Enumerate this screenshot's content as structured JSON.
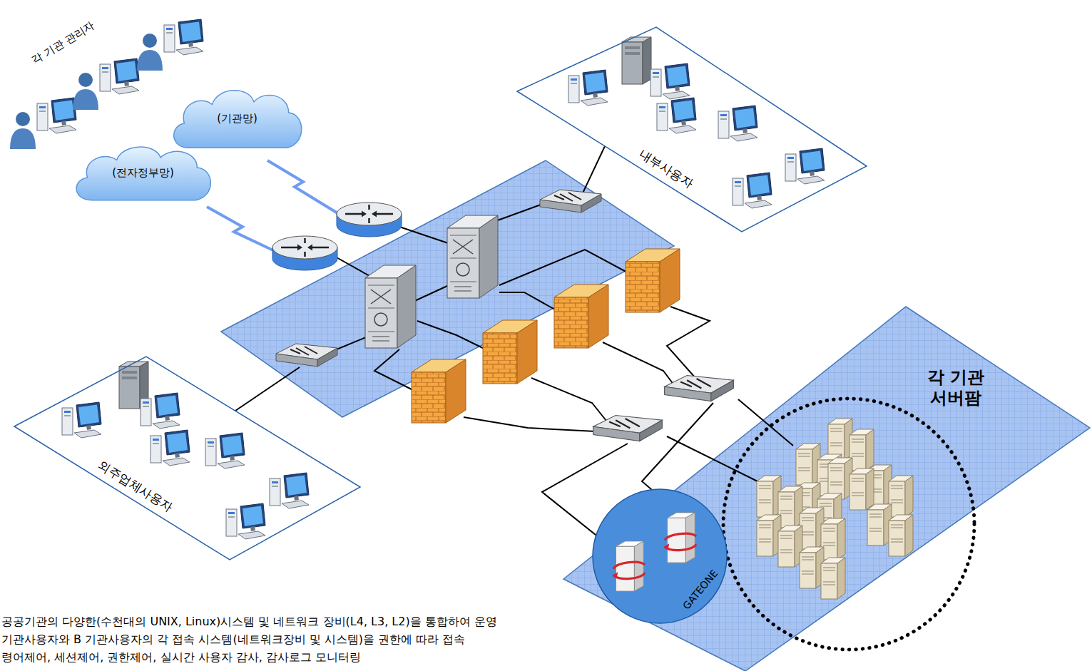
{
  "diagram": {
    "nodes": [
      {
        "text": [
          "(기관망)"
        ]
      },
      {
        "text": [
          "(전자정부망)"
        ]
      },
      {
        "text": [
          "내부사용자"
        ]
      },
      {
        "text": [
          "외주업체사용자"
        ]
      },
      {
        "text": [
          "각 기관 서버팜"
        ]
      },
      {
        "text": [
          "GATEONE"
        ]
      }
    ],
    "labels": [
      "각 기관 관리자",
      "공공기관의 다양한(수천대의 UNIX, Linux)시스템 및 네트워크 장비(L4, L3, L2)을 통합하여 운영",
      "기관사용자와 B 기관사용자의 각 접속 시스템(네트워크장비 및 시스템)을 권한에 따라 접속",
      "령어제어, 세션제어, 권한제어, 실시간 사용자 감사, 감사로그 모니터링"
    ]
  }
}
